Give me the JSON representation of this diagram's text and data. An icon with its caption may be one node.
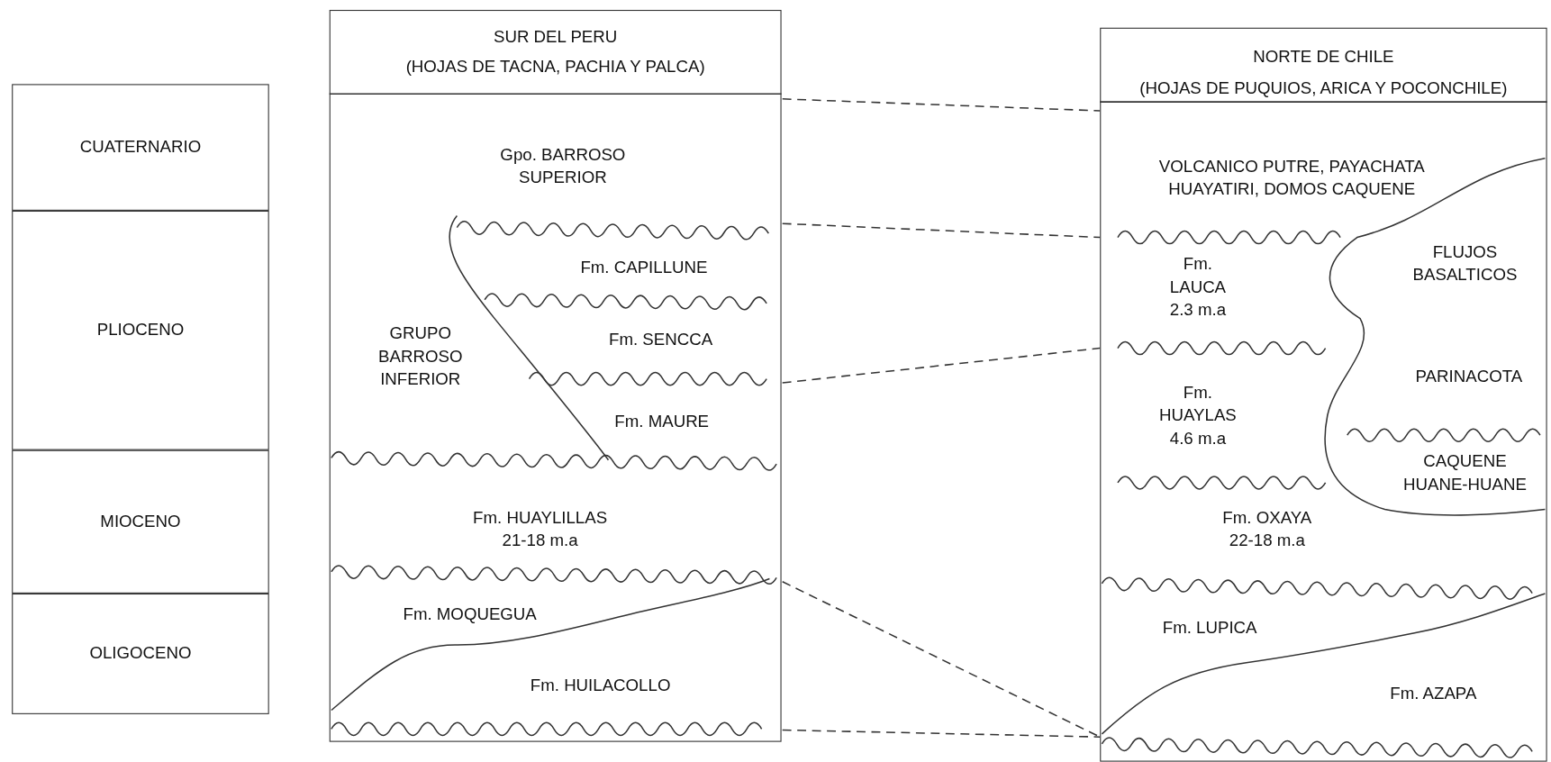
{
  "diagram": {
    "nodes": [
      {
        "text": [
          "CUATERNARIO"
        ]
      },
      {
        "text": [
          "PLIOCENO"
        ]
      },
      {
        "text": [
          "MIOCENO"
        ]
      },
      {
        "text": [
          "OLIGOCENO"
        ]
      },
      {
        "text": [
          "SUR DEL PERU",
          "(HOJAS DE TACNA, PACHIA Y PALCA)"
        ]
      },
      {
        "text": [
          "Gpo. BARROSO SUPERIOR"
        ],
        "in": 4
      },
      {
        "text": [
          "GRUPO BARROSO INFERIOR"
        ],
        "in": 4
      },
      {
        "text": [
          "Fm. CAPILLUNE"
        ],
        "in": 4
      },
      {
        "text": [
          "Fm. SENCCA"
        ],
        "in": 4
      },
      {
        "text": [
          "Fm. MAURE"
        ],
        "in": 4
      },
      {
        "text": [
          "Fm. HUAYLILLAS 21-18 m.a"
        ],
        "in": 4
      },
      {
        "text": [
          "Fm. MOQUEGUA"
        ],
        "in": 4
      },
      {
        "text": [
          "Fm. HUILACOLLO"
        ],
        "in": 4
      },
      {
        "text": [
          "NORTE DE CHILE",
          "(HOJAS DE PUQUIOS, ARICA Y POCONCHILE)"
        ]
      },
      {
        "text": [
          "VOLCANICO PUTRE, PAYACHATA HUAYATIRI, DOMOS CAQUENE"
        ],
        "in": 13
      },
      {
        "text": [
          "FLUJOS BASALTICOS"
        ],
        "in": 13
      },
      {
        "text": [
          "Fm. LAUCA 2.3 m.a"
        ],
        "in": 13
      },
      {
        "text": [
          "PARINACOTA"
        ],
        "in": 13
      },
      {
        "text": [
          "Fm. HUAYLAS 4.6 m.a"
        ],
        "in": 13
      },
      {
        "text": [
          "CAQUENE HUANE-HUANE"
        ],
        "in": 13
      },
      {
        "text": [
          "Fm. OXAYA 22-18 m.a"
        ],
        "in": 13
      },
      {
        "text": [
          "Fm. LUPICA"
        ],
        "in": 13
      },
      {
        "text": [
          "Fm. AZAPA"
        ],
        "in": 13
      }
    ],
    "edges": [
      {
        "from": 4,
        "to": 13,
        "arrow": "none",
        "style": "dashed"
      },
      {
        "from": 4,
        "to": 13,
        "arrow": "none",
        "style": "dashed"
      },
      {
        "from": 4,
        "to": 13,
        "arrow": "none",
        "style": "dashed"
      },
      {
        "from": 4,
        "to": 13,
        "arrow": "none",
        "style": "dashed"
      },
      {
        "from": 4,
        "to": 13,
        "arrow": "none",
        "style": "dashed"
      }
    ]
  }
}
